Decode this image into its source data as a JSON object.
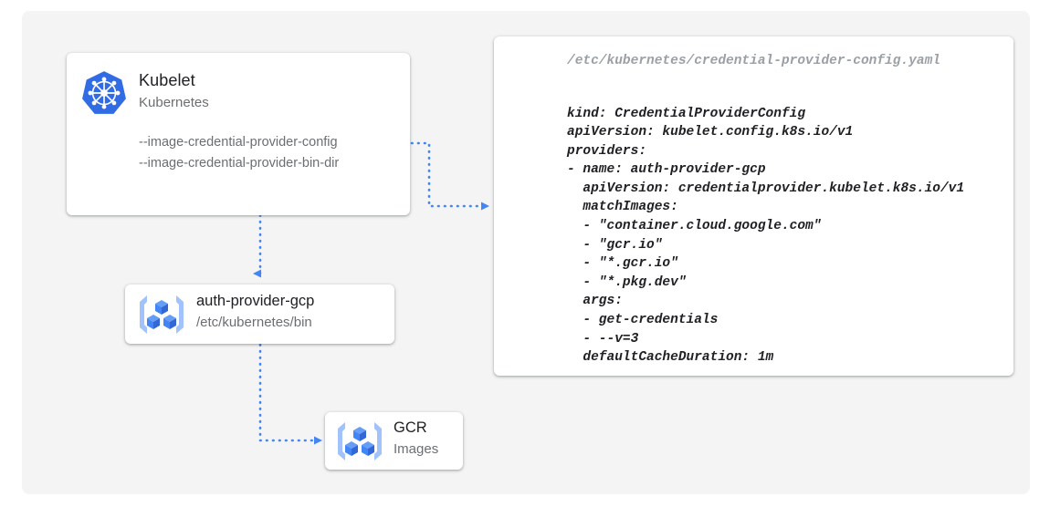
{
  "colors": {
    "panel_background": "#f4f4f4",
    "card_background": "#ffffff",
    "accent_blue": "#4285f4",
    "connector_blue": "#4285f4",
    "icon_blue_dark": "#3367d6",
    "icon_blue_light": "#a1c2fa",
    "title_text": "#202124",
    "muted_text": "#6b6f73",
    "path_text": "#9aa0a6"
  },
  "kubelet_card": {
    "icon": "kubernetes-logo-icon",
    "title": "Kubelet",
    "subtitle": "Kubernetes",
    "flags": [
      "--image-credential-provider-config",
      "--image-credential-provider-bin-dir"
    ]
  },
  "auth_provider_card": {
    "icon": "gcp-container-registry-icon",
    "title": "auth-provider-gcp",
    "subtitle": "/etc/kubernetes/bin"
  },
  "gcr_card": {
    "icon": "gcp-container-registry-icon",
    "title": "GCR",
    "subtitle": "Images"
  },
  "yaml_card": {
    "path": "/etc/kubernetes/credential-provider-config.yaml",
    "content": "kind: CredentialProviderConfig\napiVersion: kubelet.config.k8s.io/v1\nproviders:\n- name: auth-provider-gcp\n  apiVersion: credentialprovider.kubelet.k8s.io/v1\n  matchImages:\n  - \"container.cloud.google.com\"\n  - \"gcr.io\"\n  - \"*.gcr.io\"\n  - \"*.pkg.dev\"\n  args:\n  - get-credentials\n  - --v=3\n  defaultCacheDuration: 1m"
  },
  "connectors": [
    {
      "name": "kubelet-config-flag-to-yaml",
      "from": "kubelet-card flag --image-credential-provider-config",
      "to": "yaml-card",
      "style": "dotted",
      "arrowhead": true
    },
    {
      "name": "kubelet-bin-dir-to-auth-provider",
      "from": "kubelet-card",
      "to": "auth-provider-card",
      "style": "dotted",
      "arrowhead": true
    },
    {
      "name": "auth-provider-to-gcr",
      "from": "auth-provider-card",
      "to": "gcr-card",
      "style": "dotted",
      "arrowhead": true
    }
  ]
}
